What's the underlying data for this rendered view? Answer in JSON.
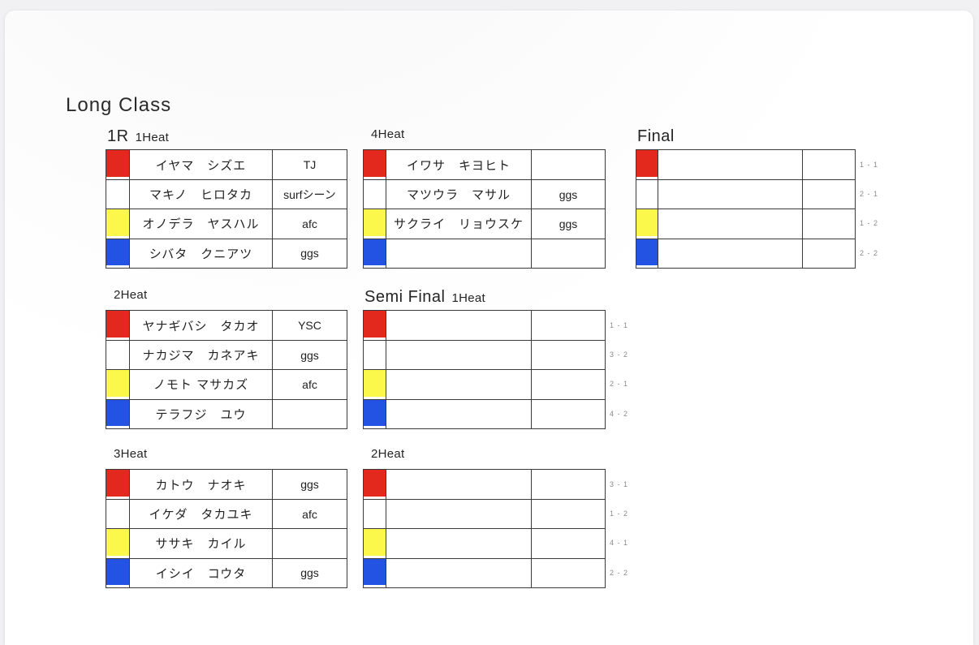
{
  "title": "Long Class",
  "colors": {
    "red": "#e3291d",
    "white": "#ffffff",
    "yellow": "#fbf74b",
    "blue": "#2353e3"
  },
  "tables": [
    {
      "id": "round1-heat1",
      "round_label": "1R",
      "heat_label": "1Heat",
      "rows": [
        {
          "color": "red",
          "name": "イヤマ　シズエ",
          "club": "TJ",
          "seed": ""
        },
        {
          "color": "white",
          "name": "マキノ　ヒロタカ",
          "club": "surfシーン",
          "seed": ""
        },
        {
          "color": "yellow",
          "name": "オノデラ　ヤスハル",
          "club": "afc",
          "seed": ""
        },
        {
          "color": "blue",
          "name": "シバタ　クニアツ",
          "club": "ggs",
          "seed": ""
        }
      ]
    },
    {
      "id": "round1-heat2",
      "round_label": "",
      "heat_label": "2Heat",
      "rows": [
        {
          "color": "red",
          "name": "ヤナギバシ　タカオ",
          "club": "YSC",
          "seed": ""
        },
        {
          "color": "white",
          "name": "ナカジマ　カネアキ",
          "club": "ggs",
          "seed": ""
        },
        {
          "color": "yellow",
          "name": "ノモト マサカズ",
          "club": "afc",
          "seed": ""
        },
        {
          "color": "blue",
          "name": "テラフジ　ユウ",
          "club": "",
          "seed": ""
        }
      ]
    },
    {
      "id": "round1-heat3",
      "round_label": "",
      "heat_label": "3Heat",
      "rows": [
        {
          "color": "red",
          "name": "カトウ　ナオキ",
          "club": "ggs",
          "seed": ""
        },
        {
          "color": "white",
          "name": "イケダ　タカユキ",
          "club": "afc",
          "seed": ""
        },
        {
          "color": "yellow",
          "name": "ササキ　カイル",
          "club": "",
          "seed": ""
        },
        {
          "color": "blue",
          "name": "イシイ　コウタ",
          "club": "ggs",
          "seed": ""
        }
      ]
    },
    {
      "id": "round1-heat4",
      "round_label": "",
      "heat_label": "4Heat",
      "rows": [
        {
          "color": "red",
          "name": "イワサ　キヨヒト",
          "club": "",
          "seed": ""
        },
        {
          "color": "white",
          "name": "マツウラ　マサル",
          "club": "ggs",
          "seed": ""
        },
        {
          "color": "yellow",
          "name": "サクライ　リョウスケ",
          "club": "ggs",
          "seed": ""
        },
        {
          "color": "blue",
          "name": "",
          "club": "",
          "seed": ""
        }
      ]
    },
    {
      "id": "semifinal-heat1",
      "round_label": "Semi Final",
      "heat_label": "1Heat",
      "rows": [
        {
          "color": "red",
          "name": "",
          "club": "",
          "seed": "1 - 1"
        },
        {
          "color": "white",
          "name": "",
          "club": "",
          "seed": "3 - 2"
        },
        {
          "color": "yellow",
          "name": "",
          "club": "",
          "seed": "2 - 1"
        },
        {
          "color": "blue",
          "name": "",
          "club": "",
          "seed": "4 - 2"
        }
      ]
    },
    {
      "id": "semifinal-heat2",
      "round_label": "",
      "heat_label": "2Heat",
      "rows": [
        {
          "color": "red",
          "name": "",
          "club": "",
          "seed": "3 - 1"
        },
        {
          "color": "white",
          "name": "",
          "club": "",
          "seed": "1 - 2"
        },
        {
          "color": "yellow",
          "name": "",
          "club": "",
          "seed": "4 - 1"
        },
        {
          "color": "blue",
          "name": "",
          "club": "",
          "seed": "2 - 2"
        }
      ]
    },
    {
      "id": "final",
      "round_label": "Final",
      "heat_label": "",
      "rows": [
        {
          "color": "red",
          "name": "",
          "club": "",
          "seed": "1 - 1"
        },
        {
          "color": "white",
          "name": "",
          "club": "",
          "seed": "2 - 1"
        },
        {
          "color": "yellow",
          "name": "",
          "club": "",
          "seed": "1 - 2"
        },
        {
          "color": "blue",
          "name": "",
          "club": "",
          "seed": "2 - 2"
        }
      ]
    }
  ]
}
